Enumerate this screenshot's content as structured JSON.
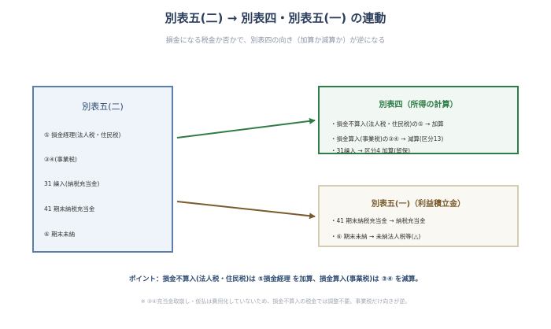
{
  "header": {
    "title": "別表五(二) → 別表四・別表五(一) の連動",
    "subtitle": "損金になる税金か否かで、別表四の向き（加算か減算か）が逆になる"
  },
  "left_box": {
    "title": "別表五(二)",
    "items": [
      "⑤ 損金経理(法人税・住民税)",
      "③④(事業税)",
      "31 繰入(納税充当金)",
      "41 期末納税充当金",
      "⑥ 期末未納"
    ]
  },
  "green_box": {
    "title": "別表四（所得の計算）",
    "items": [
      "・損金不算入(法人税・住民税)の⑤ → 加算",
      "・損金算入(事業税)の③④ → 減算(区分13)",
      "・31繰入 → 区分4 加算(留保)"
    ]
  },
  "tan_box": {
    "title": "別表五(一)（利益積立金）",
    "items": [
      "・41 期末納税充当金 → 納税充当金",
      "・⑥ 期末未納 → 未納法人税等(△)"
    ]
  },
  "footer": {
    "point": "ポイント：損金不算入(法人税・住民税)は ⑤損金経理 を加算、損金算入(事業税)は ③④ を減算。",
    "note": "※ ③④充当金取崩し・仮払は費用化していないため、損金不算入の税金では調整不要。事業税だけ向きが逆。"
  },
  "colors": {
    "arrow_green": "#2e7d46",
    "arrow_brown": "#7a5b2e",
    "left_border": "#5b7fa6"
  }
}
